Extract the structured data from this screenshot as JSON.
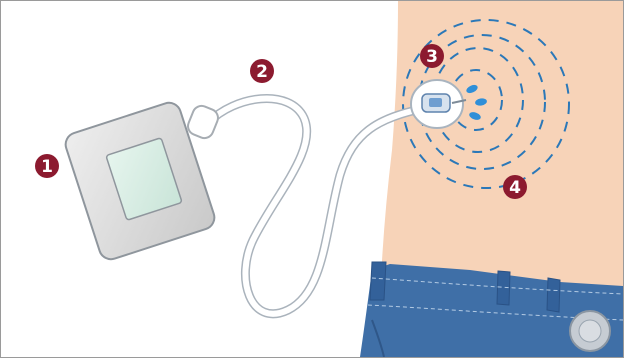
{
  "callouts": [
    {
      "label": "1",
      "part": "insulin-pump"
    },
    {
      "label": "2",
      "part": "tubing"
    },
    {
      "label": "3",
      "part": "infusion-set"
    },
    {
      "label": "4",
      "part": "absorption-area"
    }
  ],
  "colors": {
    "frame": "#9a9a9a",
    "skin": "#f7d3b8",
    "skin_edge": "#e9b89c",
    "jeans": "#3f6fa7",
    "jeans_dark": "#2f5789",
    "jeans_stitch": "#b4cbe4",
    "pump_body": "#d9d9d9",
    "pump_screen": "#dcefe6",
    "tube": "#d8dde2",
    "dash": "#2b78b8",
    "drop": "#2f8fd8",
    "badge": "#8c1a2f"
  },
  "icons": {
    "pump": "insulin-pump-icon",
    "infusion_set": "infusion-set-icon",
    "insulin_drop": "insulin-drop-icon",
    "button": "jeans-button-icon"
  }
}
